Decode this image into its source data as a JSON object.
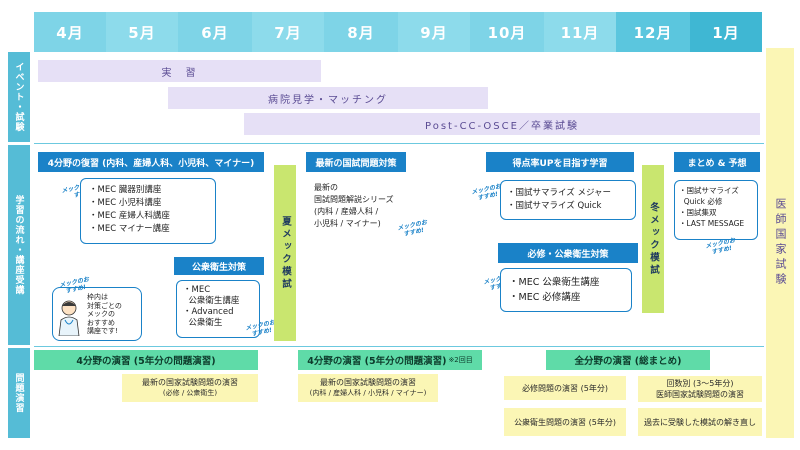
{
  "months": [
    {
      "label": "4月",
      "color": "#7ed4e7"
    },
    {
      "label": "5月",
      "color": "#8ddbeb"
    },
    {
      "label": "6月",
      "color": "#7ed4e7"
    },
    {
      "label": "7月",
      "color": "#8ddbeb"
    },
    {
      "label": "8月",
      "color": "#7ed4e7"
    },
    {
      "label": "9月",
      "color": "#8ddbeb"
    },
    {
      "label": "10月",
      "color": "#7ed4e7"
    },
    {
      "label": "11月",
      "color": "#8ddbeb"
    },
    {
      "label": "12月",
      "color": "#5bc6de"
    },
    {
      "label": "1月",
      "color": "#3fb7d3"
    }
  ],
  "side_labels": {
    "events": "イベント・試験",
    "learning": "学習の流れ・講座受講",
    "practice": "問題演習"
  },
  "events": {
    "jisshu": "実　習",
    "byoin": "病院見学・マッチング",
    "osce": "Post-CC-OSCE／卒業試験"
  },
  "learning": {
    "review_header": "4分野の復習 (内科、産婦人科、小児科、マイナー)",
    "review_items": [
      "・MEC 臓器別講座",
      "・MEC 小児科講座",
      "・MEC 産婦人科講座",
      "・MEC マイナー講座"
    ],
    "recommend": "メックのおすすめ!",
    "koshu_header": "公衆衛生対策",
    "koshu_items": [
      "・MEC",
      "  公衆衛生講座",
      "・Advanced",
      "  公衆衛生"
    ],
    "summer_mock": "夏メック模試",
    "latest_header": "最新の国試問題対策",
    "latest_items": [
      "最新の",
      "国試問題解説シリーズ",
      "(内科 / 産婦人科 /",
      "小児科 / マイナー)"
    ],
    "score_header": "得点率UPを目指す学習",
    "score_items": [
      "・国試サマライズ メジャー",
      "・国試サマライズ Quick"
    ],
    "hissu_header": "必修・公衆衛生対策",
    "hissu_items": [
      "・MEC 公衆衛生講座",
      "・MEC 必修講座"
    ],
    "winter_mock": "冬メック模試",
    "matome_header": "まとめ & 予想",
    "matome_items": [
      "・国試サマライズ",
      "  Quick 必修",
      "・国試集双",
      "・LAST MESSAGE"
    ],
    "bubble": [
      "枠内は",
      "対策ごとの",
      "メックの",
      "おすすめ",
      "講座です!"
    ]
  },
  "practice": {
    "p1": "4分野の演習 (5年分の問題演習)",
    "p1_sub_title": "最新の国家試験問題の演習",
    "p1_sub_note": "(必修 / 公衆衛生)",
    "p2": "4分野の演習 (5年分の問題演習)",
    "p2_note": "※2回目",
    "p2_sub_title": "最新の国家試験問題の演習",
    "p2_sub_note": "(内科 / 産婦人科 / 小児科 / マイナー)",
    "p3": "全分野の演習 (総まとめ)",
    "hissu_practice": "必修問題の演習 (5年分)",
    "koshu_practice": "公衆衛生問題の演習 (5年分)",
    "kaisu": "回数別 (3～5年分)",
    "kaisu2": "医師国家試験問題の演習",
    "kako": "過去に受験した模試の解き直し"
  },
  "exam": "医師国家試験"
}
